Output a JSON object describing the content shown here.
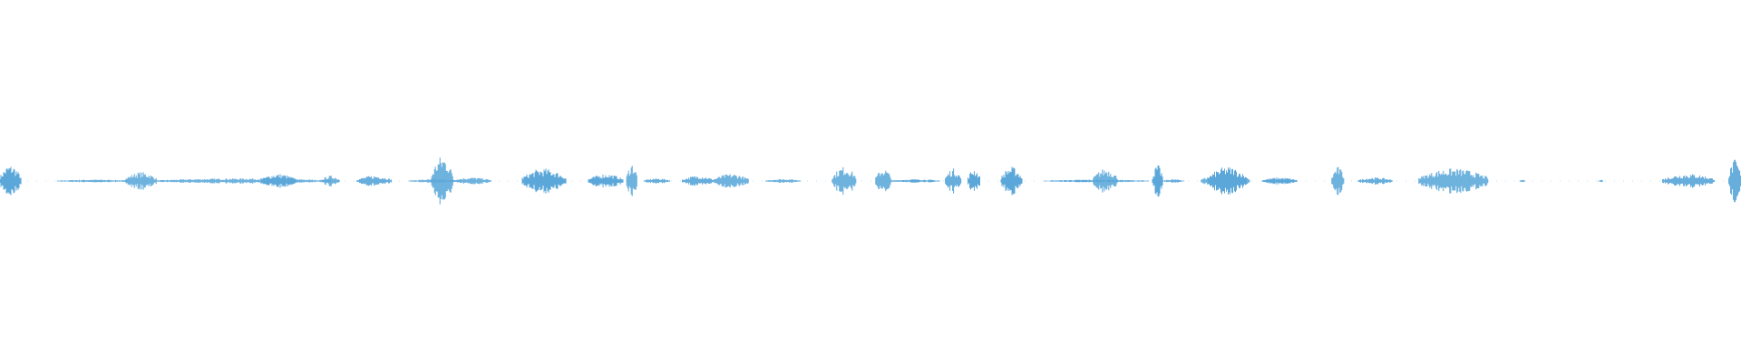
{
  "waveform": {
    "color": "#5ba7d9",
    "background": "#ffffff",
    "bursts": [
      {
        "start": 0.0,
        "end": 0.012,
        "amp": 0.09
      },
      {
        "start": 0.033,
        "end": 0.075,
        "amp": 0.008
      },
      {
        "start": 0.072,
        "end": 0.09,
        "amp": 0.05
      },
      {
        "start": 0.09,
        "end": 0.19,
        "amp": 0.015
      },
      {
        "start": 0.15,
        "end": 0.17,
        "amp": 0.04
      },
      {
        "start": 0.185,
        "end": 0.195,
        "amp": 0.03
      },
      {
        "start": 0.205,
        "end": 0.225,
        "amp": 0.03
      },
      {
        "start": 0.235,
        "end": 0.265,
        "amp": 0.01
      },
      {
        "start": 0.248,
        "end": 0.26,
        "amp": 0.14
      },
      {
        "start": 0.26,
        "end": 0.282,
        "amp": 0.02
      },
      {
        "start": 0.3,
        "end": 0.325,
        "amp": 0.07
      },
      {
        "start": 0.338,
        "end": 0.358,
        "amp": 0.04
      },
      {
        "start": 0.36,
        "end": 0.366,
        "amp": 0.1
      },
      {
        "start": 0.37,
        "end": 0.385,
        "amp": 0.015
      },
      {
        "start": 0.392,
        "end": 0.41,
        "amp": 0.03
      },
      {
        "start": 0.41,
        "end": 0.43,
        "amp": 0.04
      },
      {
        "start": 0.44,
        "end": 0.46,
        "amp": 0.012
      },
      {
        "start": 0.478,
        "end": 0.492,
        "amp": 0.08
      },
      {
        "start": 0.503,
        "end": 0.512,
        "amp": 0.07
      },
      {
        "start": 0.512,
        "end": 0.54,
        "amp": 0.01
      },
      {
        "start": 0.543,
        "end": 0.552,
        "amp": 0.07
      },
      {
        "start": 0.556,
        "end": 0.563,
        "amp": 0.07
      },
      {
        "start": 0.575,
        "end": 0.587,
        "amp": 0.08
      },
      {
        "start": 0.6,
        "end": 0.66,
        "amp": 0.008
      },
      {
        "start": 0.628,
        "end": 0.642,
        "amp": 0.07
      },
      {
        "start": 0.662,
        "end": 0.668,
        "amp": 0.09
      },
      {
        "start": 0.668,
        "end": 0.68,
        "amp": 0.01
      },
      {
        "start": 0.69,
        "end": 0.718,
        "amp": 0.04
      },
      {
        "start": 0.694,
        "end": 0.716,
        "amp": 0.08
      },
      {
        "start": 0.725,
        "end": 0.745,
        "amp": 0.02
      },
      {
        "start": 0.765,
        "end": 0.772,
        "amp": 0.08
      },
      {
        "start": 0.78,
        "end": 0.8,
        "amp": 0.02
      },
      {
        "start": 0.815,
        "end": 0.855,
        "amp": 0.07
      },
      {
        "start": 0.873,
        "end": 0.876,
        "amp": 0.008
      },
      {
        "start": 0.918,
        "end": 0.921,
        "amp": 0.008
      },
      {
        "start": 0.955,
        "end": 0.985,
        "amp": 0.04
      },
      {
        "start": 0.993,
        "end": 1.0,
        "amp": 0.12
      }
    ]
  }
}
